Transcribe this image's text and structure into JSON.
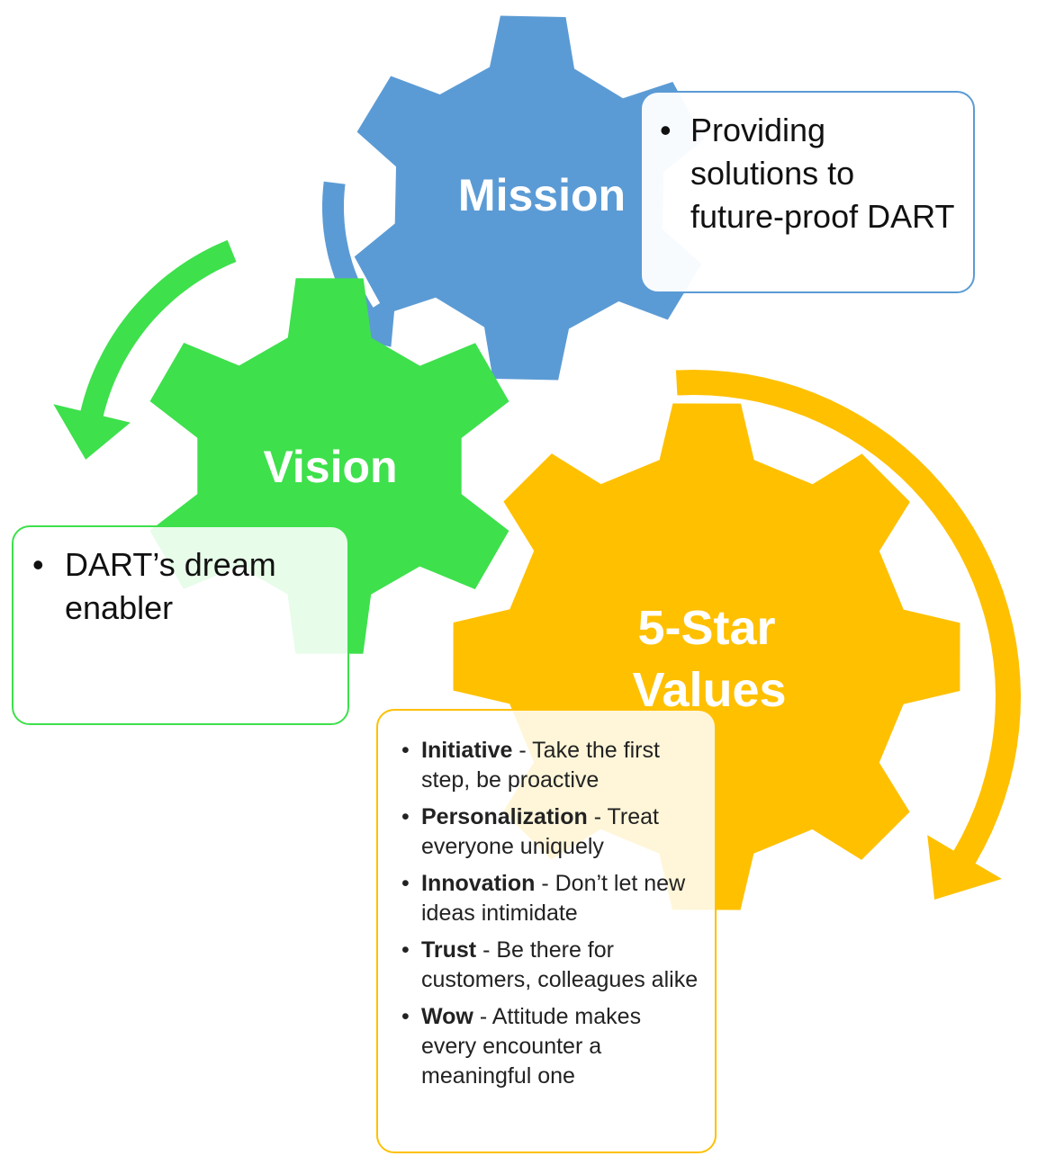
{
  "colors": {
    "mission": "#5b9bd5",
    "vision": "#3ee04c",
    "values": "#ffc000"
  },
  "gears": {
    "mission": {
      "title": "Mission"
    },
    "vision": {
      "title": "Vision"
    },
    "values": {
      "title_line1": "5-Star",
      "title_line2": "Values"
    }
  },
  "mission_box": {
    "items": [
      "Providing solutions to future-proof DART"
    ]
  },
  "vision_box": {
    "items": [
      "DART’s dream enabler"
    ]
  },
  "values_box": {
    "items": [
      {
        "term": "Initiative",
        "desc": " - Take the first step, be proactive"
      },
      {
        "term": "Personalization",
        "desc": " - Treat everyone uniquely"
      },
      {
        "term": "Innovation",
        "desc": " - Don’t let new ideas intimidate"
      },
      {
        "term": "Trust",
        "desc": " - Be there for customers, colleagues alike"
      },
      {
        "term": "Wow",
        "desc": " - Attitude makes every encounter a meaningful one"
      }
    ]
  }
}
